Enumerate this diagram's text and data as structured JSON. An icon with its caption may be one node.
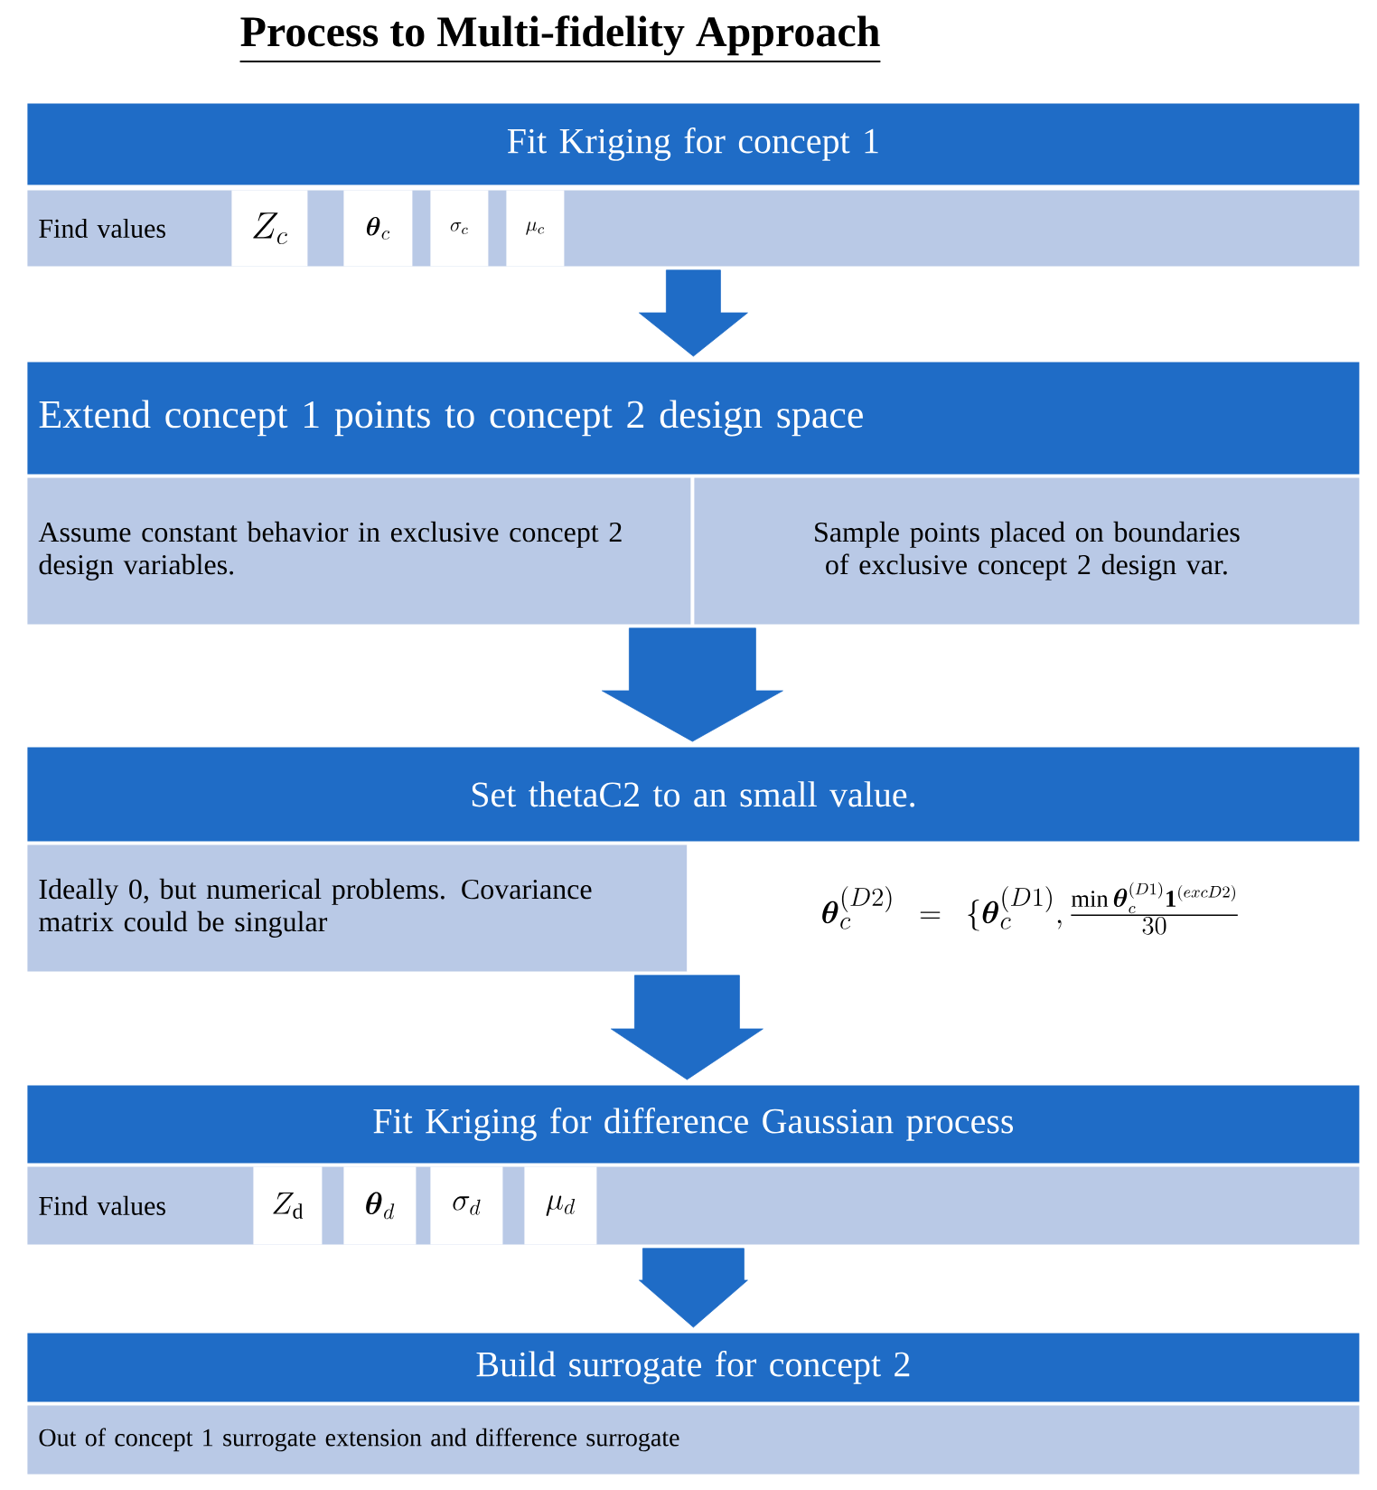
{
  "diagram": {
    "title": "Process to Multi-fidelity Approach",
    "nodes": [
      {
        "text": [
          "Fit Kriging for concept 1"
        ]
      },
      {
        "text": [
          "Find values"
        ]
      },
      {
        "text": [
          "Z_c"
        ],
        "in": 1
      },
      {
        "text": [
          "\\boldsymbol{\\theta}_c"
        ],
        "in": 1
      },
      {
        "text": [
          "\\sigma_c"
        ],
        "in": 1
      },
      {
        "text": [
          "\\mu_c"
        ],
        "in": 1
      },
      {
        "text": [
          "Extend concept 1 points to concept 2 design space"
        ]
      },
      {
        "text": [
          "Assume constant behavior in exclusive concept 2 design variables."
        ]
      },
      {
        "text": [
          "Sample points placed on boundaries of exclusive concept 2 design var."
        ]
      },
      {
        "text": [
          "Set thetaC2 to an small value."
        ]
      },
      {
        "text": [
          "Ideally 0, but numerical problems. Covariance matrix could be singular"
        ]
      },
      {
        "text": [
          "\\boldsymbol{\\theta}_c^{(D2)}=\\{\\boldsymbol{\\theta}_c^{(D1)},\\frac{\\min\\boldsymbol{\\theta}_c^{(D1)}\\mathbf{1}^{(excD2)}}{30}"
        ]
      },
      {
        "text": [
          "Fit Kriging for difference Gaussian process"
        ]
      },
      {
        "text": [
          "Find values"
        ]
      },
      {
        "text": [
          "Z_{\\mathrm{d}}"
        ],
        "in": 13
      },
      {
        "text": [
          "\\boldsymbol{\\theta}_d"
        ],
        "in": 13
      },
      {
        "text": [
          "\\sigma_d"
        ],
        "in": 13
      },
      {
        "text": [
          "\\mu_d"
        ],
        "in": 13
      },
      {
        "text": [
          "Build surrogate for concept 2"
        ]
      },
      {
        "text": [
          "Out of concept 1 surrogate extension and difference surrogate"
        ]
      }
    ],
    "edges": [
      {
        "from": 1,
        "to": 6,
        "arrow": "to"
      },
      {
        "from": 7,
        "to": 9,
        "arrow": "to"
      },
      {
        "from": 8,
        "to": 9,
        "arrow": "to"
      },
      {
        "from": 10,
        "to": 12,
        "arrow": "to"
      },
      {
        "from": 11,
        "to": 12,
        "arrow": "to"
      },
      {
        "from": 13,
        "to": 18,
        "arrow": "to"
      }
    ]
  }
}
